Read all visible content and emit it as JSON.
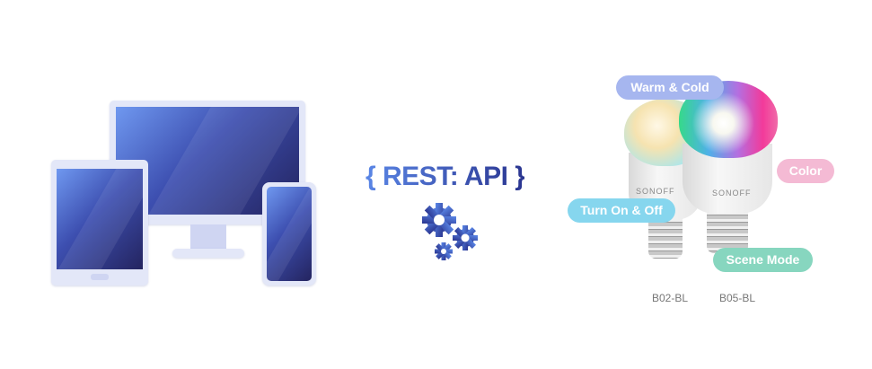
{
  "center": {
    "title": "{ REST: API }",
    "icon": "gears-icon"
  },
  "devices": {
    "icons": [
      "monitor-icon",
      "tablet-icon",
      "smartphone-icon"
    ]
  },
  "bulbs": {
    "brand": "SONOFF",
    "models": [
      "B02-BL",
      "B05-BL"
    ],
    "features": [
      "Warm & Cold",
      "Color",
      "Turn On & Off",
      "Scene Mode"
    ]
  },
  "colors": {
    "warm_cold": "#a6b6ef",
    "color": "#f4bad4",
    "turn_on_off": "#86d6ee",
    "scene_mode": "#87d6bf"
  }
}
